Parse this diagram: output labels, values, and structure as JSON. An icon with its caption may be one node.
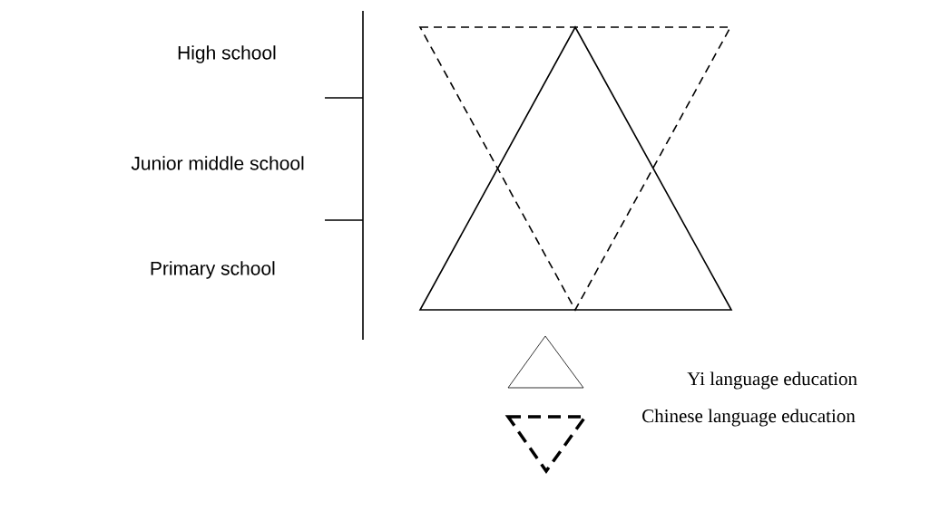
{
  "diagram": {
    "labels": [
      "High school",
      "Junior middle school",
      "Primary school"
    ],
    "legend": [
      {
        "text": "Yi language education"
      },
      {
        "text": "Chinese language education"
      }
    ]
  }
}
